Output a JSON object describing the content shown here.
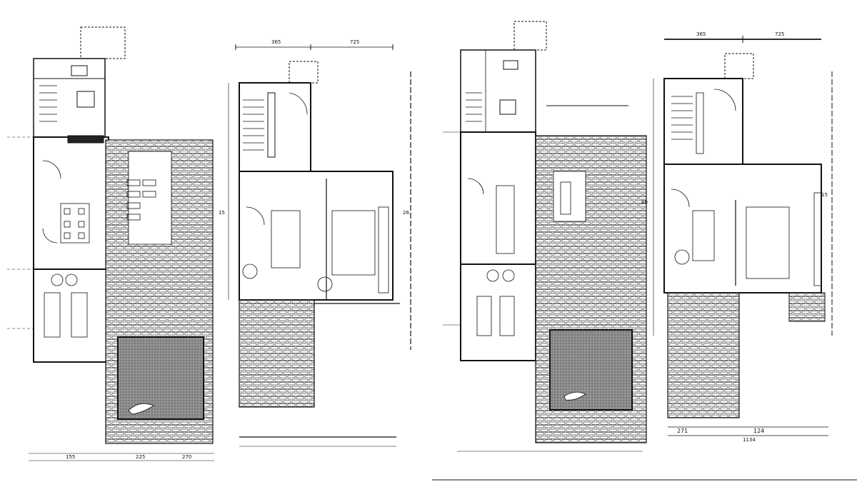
{
  "drawing": {
    "type": "architectural-floor-plans",
    "sheets": [
      {
        "id": "sheet-a",
        "dimensions_bottom": [
          "155",
          "225",
          "270"
        ],
        "dimensions_top": [
          "365",
          "725"
        ],
        "dimension_side": [
          "15",
          "26"
        ]
      },
      {
        "id": "sheet-b",
        "dimensions_bottom": [
          "271",
          "124",
          "1134"
        ],
        "dimensions_top": [
          "365",
          "725"
        ],
        "dimension_side": [
          "15",
          "26"
        ]
      }
    ]
  }
}
